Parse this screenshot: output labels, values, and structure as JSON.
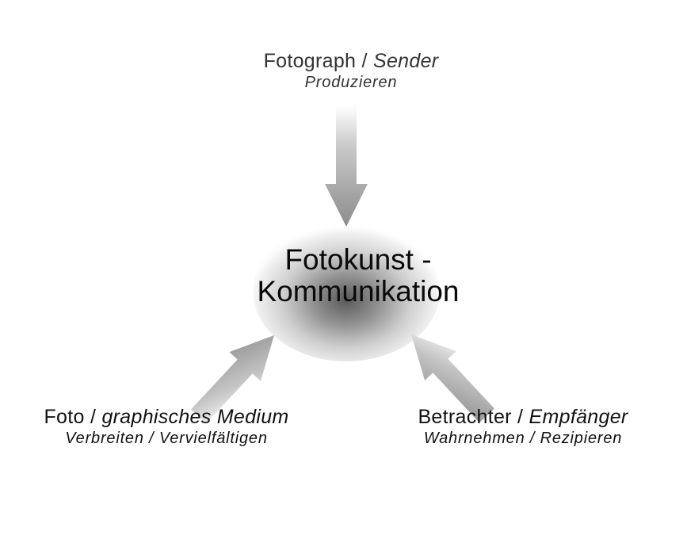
{
  "diagram": {
    "center": {
      "line1": "Fotokunst -",
      "line2": "Kommunikation"
    },
    "nodes": {
      "top": {
        "role": "Fotograph",
        "separator": " / ",
        "role_alt": "Sender",
        "action": "Produzieren"
      },
      "left": {
        "role": "Foto",
        "separator": " / ",
        "role_alt": "graphisches Medium",
        "action": "Verbreiten / Vervielfältigen"
      },
      "right": {
        "role": "Betrachter",
        "separator": " / ",
        "role_alt": "Empfänger",
        "action": "Wahrnehmen / Rezipieren"
      }
    },
    "colors": {
      "arrow": "#9a9a9a",
      "center_blob": "#5a5a5a",
      "text": "#111111"
    }
  }
}
